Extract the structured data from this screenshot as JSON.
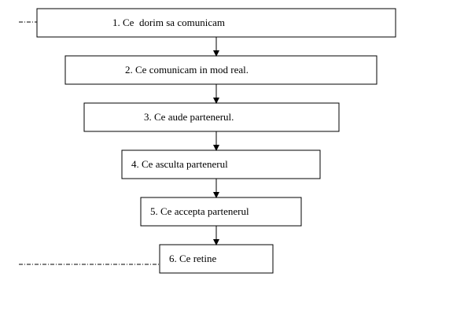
{
  "steps": [
    {
      "label": "1. Ce  dorim sa comunicam"
    },
    {
      "label": "2. Ce comunicam in mod real."
    },
    {
      "label": "3. Ce aude partenerul."
    },
    {
      "label": "4. Ce asculta partenerul"
    },
    {
      "label": "5. Ce accepta partenerul"
    },
    {
      "label": "6. Ce retine"
    }
  ],
  "colors": {
    "stroke": "#000000",
    "background": "#ffffff"
  }
}
